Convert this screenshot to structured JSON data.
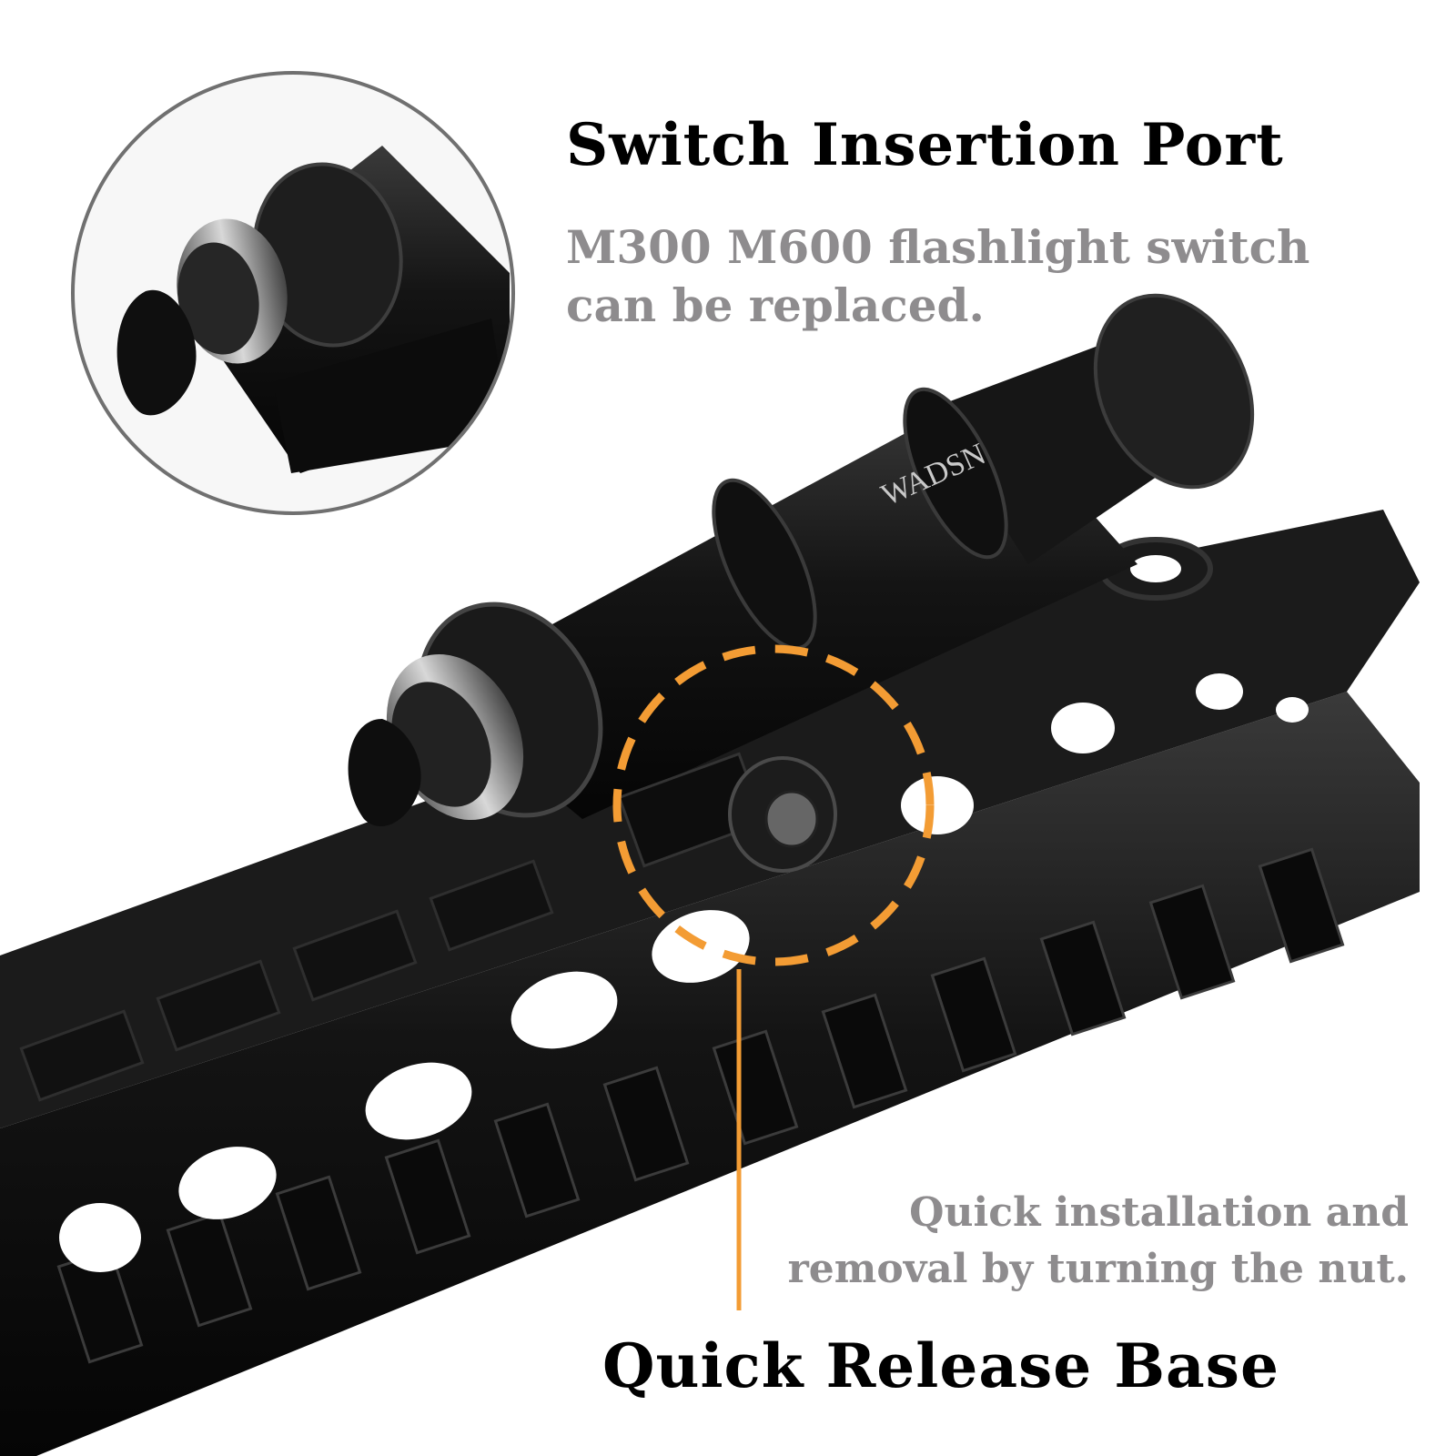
{
  "inset": {
    "title": "Switch Insertion Port",
    "subtitle_line1": "M300 M600 flashlight switch",
    "subtitle_line2": "can be replaced."
  },
  "callout": {
    "label": "Quick Release Base",
    "note_line1": "Quick installation and",
    "note_line2": "removal by turning the nut."
  },
  "product": {
    "brand_mark": "WADSN"
  },
  "colors": {
    "accent": "#f39c34",
    "heading": "#000000",
    "caption": "#8e8c8e",
    "inset_border": "#707070"
  }
}
